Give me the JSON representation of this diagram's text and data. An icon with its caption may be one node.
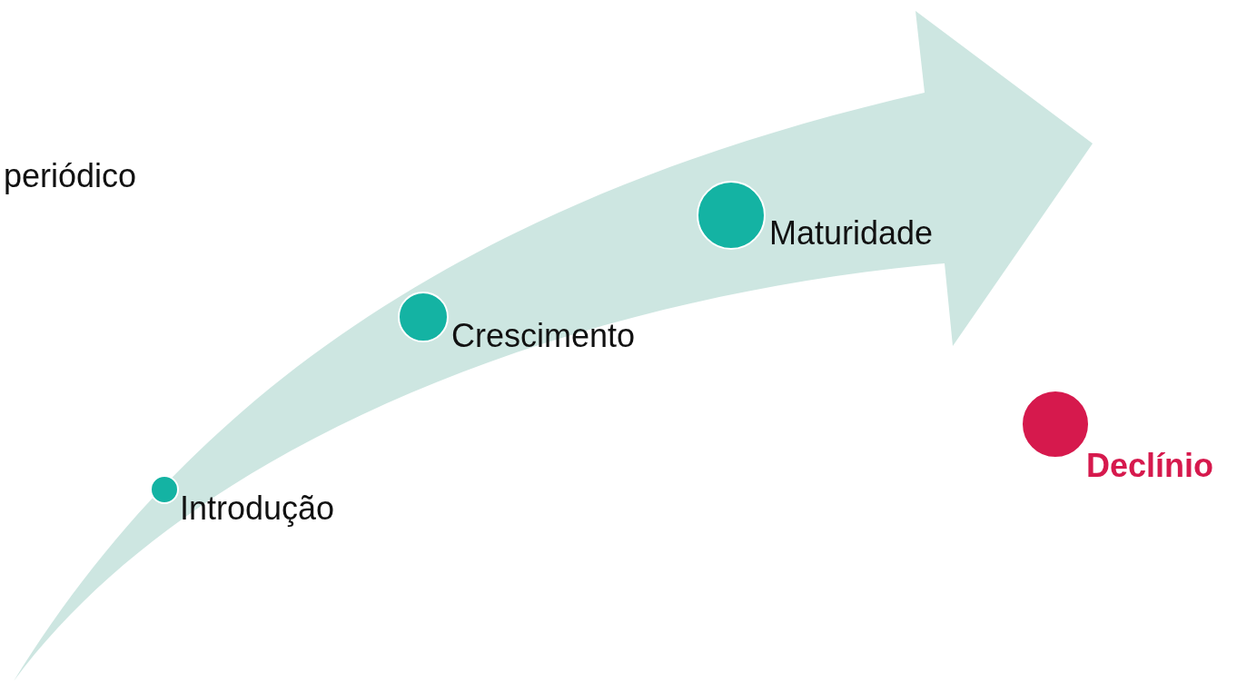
{
  "diagram": {
    "nodes": [
      {
        "text": [],
        "shape": "circle",
        "beside": [
          "Introdução"
        ]
      },
      {
        "text": [],
        "shape": "circle",
        "beside": [
          "Crescimento"
        ]
      },
      {
        "text": [],
        "shape": "circle",
        "beside": [
          "Maturidade"
        ]
      },
      {
        "text": [],
        "shape": "circle",
        "beside": [
          "Declínio"
        ]
      }
    ],
    "labels": [
      "periódico"
    ]
  }
}
